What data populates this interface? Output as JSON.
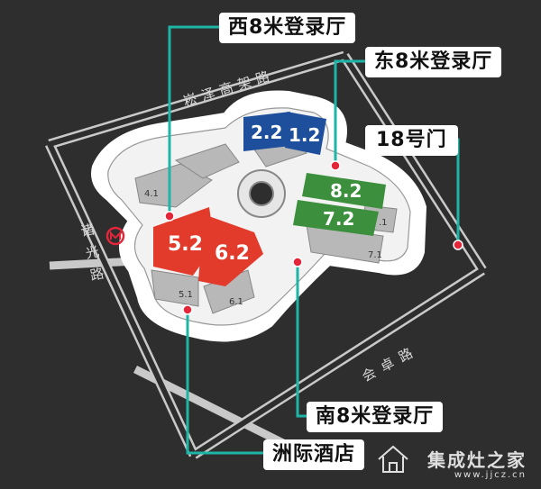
{
  "roads": {
    "north": "崧泽高架路",
    "west": "诸光路",
    "south": "会卓路"
  },
  "metro_icon": "metro-icon",
  "halls": [
    {
      "label": "2.2",
      "color": "#1e4f9c"
    },
    {
      "label": "1.2",
      "color": "#1e4f9c"
    },
    {
      "label": "8.2",
      "color": "#3c8f3c"
    },
    {
      "label": "7.2",
      "color": "#3c8f3c"
    },
    {
      "label": "5.2",
      "color": "#e23b2b"
    },
    {
      "label": "6.2",
      "color": "#e23b2b"
    }
  ],
  "small_halls": [
    "4.1",
    "5.1",
    "6.1",
    "7.1",
    ".1"
  ],
  "callouts": {
    "west_lobby": "西8米登录厅",
    "east_lobby": "东8米登录厅",
    "gate_18": "18号门",
    "south_lobby": "南8米登录厅",
    "hotel": "洲际酒店"
  },
  "colors": {
    "background": "#2e2e2e",
    "leader_line": "#1fb5a6",
    "marker": "#e3263a",
    "road": "#cfcfcf"
  },
  "watermark": {
    "title": "集成灶之家",
    "url": "www.jjcz.cn"
  }
}
